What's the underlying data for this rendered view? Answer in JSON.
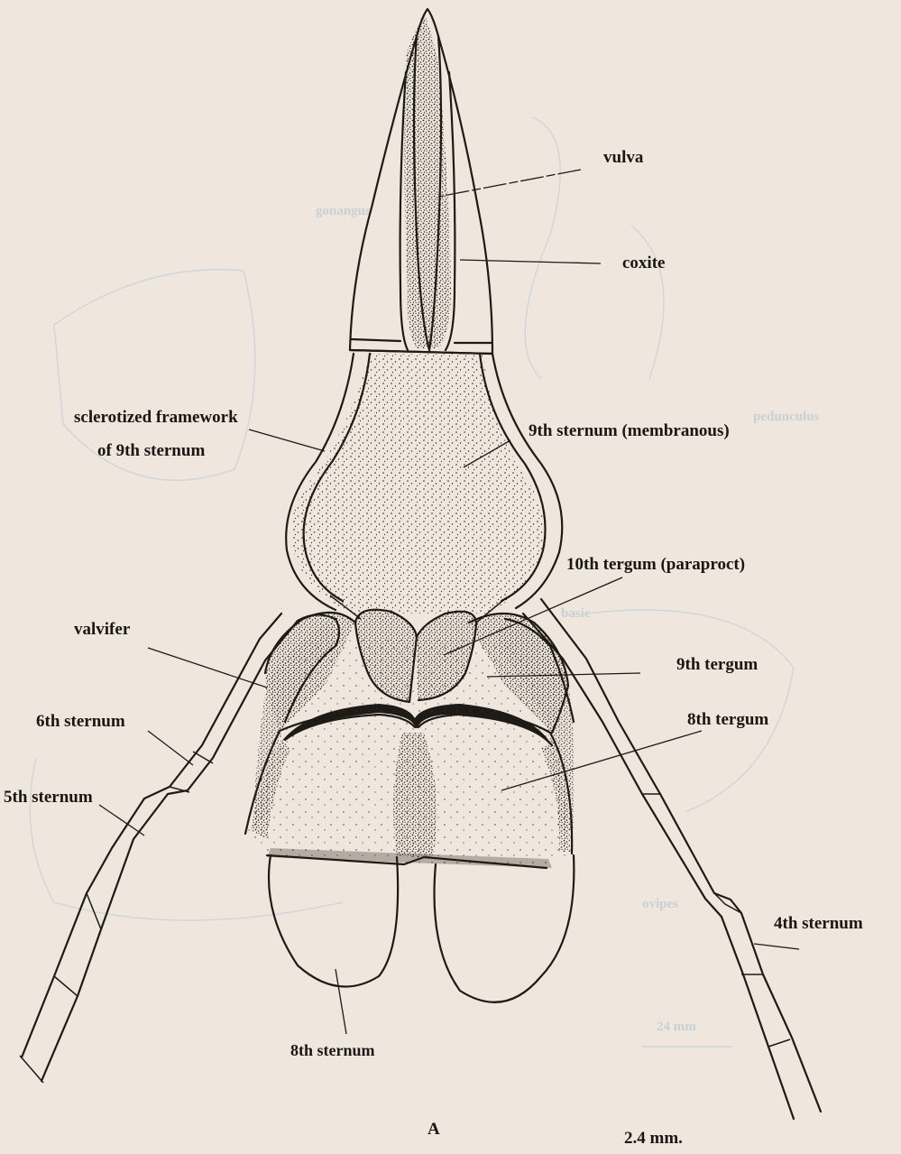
{
  "figure": {
    "panel_letter": "A",
    "scale_label": "2.4 mm."
  },
  "labels": {
    "vulva": "vulva",
    "coxite": "coxite",
    "sclerotized_framework": [
      "sclerotized framework",
      "of 9th sternum"
    ],
    "ninth_sternum": "9th sternum (membranous)",
    "tenth_tergum": "10th tergum (paraproct)",
    "valvifer": "valvifer",
    "ninth_tergum": "9th tergum",
    "sixth_sternum": "6th sternum",
    "eighth_tergum": "8th tergum",
    "fifth_sternum": "5th sternum",
    "fourth_sternum": "4th sternum",
    "eighth_sternum": "8th sternum"
  },
  "colors": {
    "paper": "#efe6dd",
    "ink": "#1e1a16",
    "bleed_through": "#cfd6da"
  }
}
